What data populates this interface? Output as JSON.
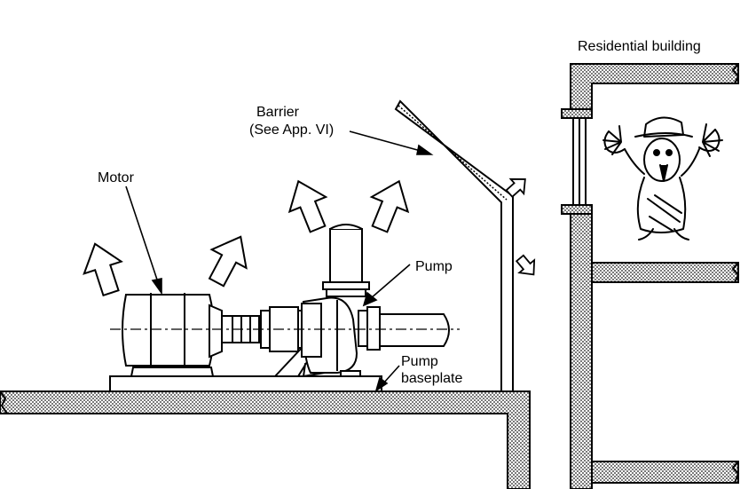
{
  "labels": {
    "residential_building": "Residential building",
    "barrier_line1": "Barrier",
    "barrier_line2": "(See App. VI)",
    "motor": "Motor",
    "pump": "Pump",
    "pump_baseplate_line1": "Pump",
    "pump_baseplate_line2": "baseplate"
  },
  "colors": {
    "ink": "#000000",
    "hatch": "#8a8a8a",
    "paper": "#ffffff"
  }
}
